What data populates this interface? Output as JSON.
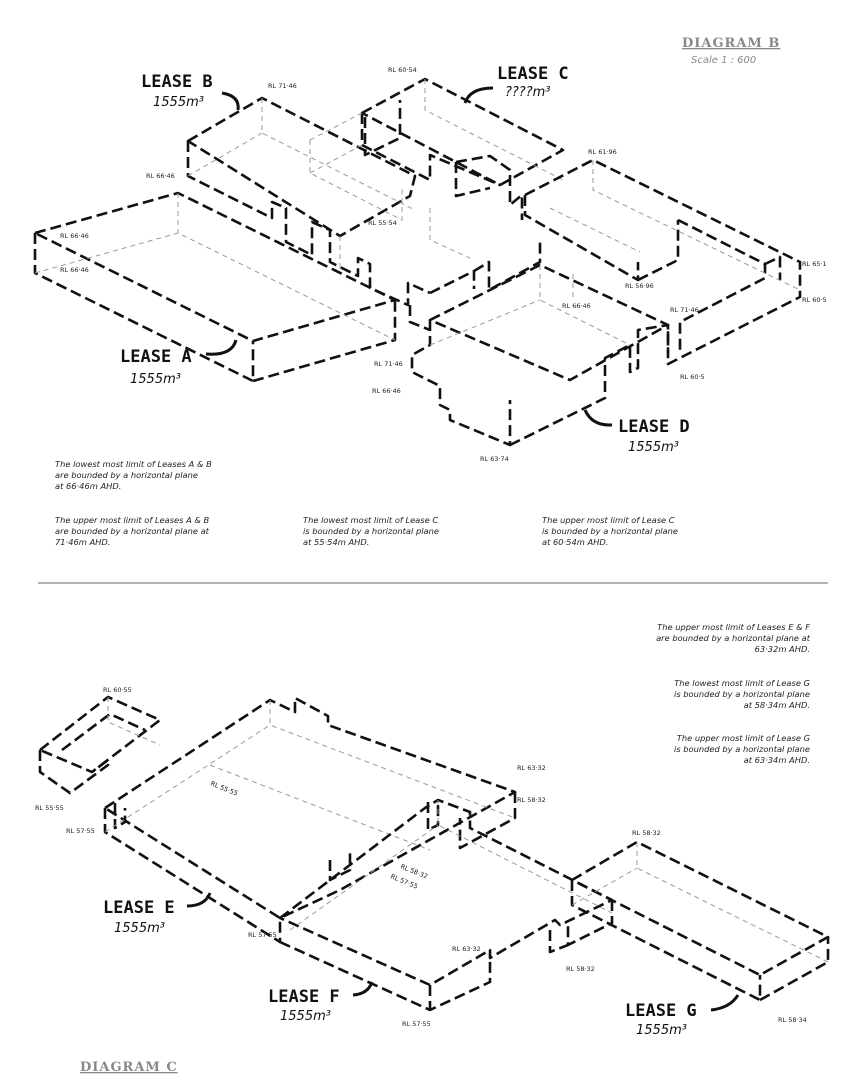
{
  "diagram_b": {
    "title": "DIAGRAM B",
    "scale": "Scale 1 : 600",
    "leases": [
      {
        "name": "LEASE A",
        "volume": "1555m³"
      },
      {
        "name": "LEASE B",
        "volume": "1555m³"
      },
      {
        "name": "LEASE C",
        "volume": "????m³"
      },
      {
        "name": "LEASE D",
        "volume": "1555m³"
      }
    ],
    "levels": [
      "RL 71·46",
      "RL 60·54",
      "RL 61·96",
      "RL 66·46",
      "RL 55·54",
      "RL 66·46",
      "RL 66·46",
      "RL 56·96",
      "RL 66·46",
      "RL 71·46",
      "RL 65·1",
      "RL 60·5",
      "RL 71·46",
      "RL 66·46",
      "RL 60·5",
      "RL 63·74"
    ],
    "notes": [
      [
        "The lowest most limit of Leases A & B",
        "are  bounded by a horizontal plane",
        "at 66·46m AHD."
      ],
      [
        "The upper most limit of Leases A & B",
        "are bounded by a horizontal plane at",
        "71·46m AHD."
      ],
      [
        "The lowest most limit of Lease C",
        "is bounded by a horizontal plane",
        "at 55·54m AHD."
      ],
      [
        "The upper most limit of Lease C",
        "is bounded by a horizontal plane",
        "at 60·54m AHD."
      ]
    ]
  },
  "diagram_c": {
    "title": "DIAGRAM C",
    "leases": [
      {
        "name": "LEASE E",
        "volume": "1555m³"
      },
      {
        "name": "LEASE F",
        "volume": "1555m³"
      },
      {
        "name": "LEASE G",
        "volume": "1555m³"
      }
    ],
    "levels": [
      "RL 60·55",
      "RL 55·55",
      "RL 55·55",
      "RL 57·55",
      "RL 63·32",
      "RL 58·32",
      "RL 58·32",
      "RL 57·55",
      "RL 58·32",
      "RL 57·55",
      "RL 63·32",
      "RL 58·32",
      "RL 57·55",
      "RL 58·34"
    ],
    "notes": [
      [
        "The upper most limit of Leases E & F",
        "are bounded by a horizontal plane at",
        "63·32m AHD."
      ],
      [
        "The lowest most limit of Lease G",
        "is bounded by a horizontal plane",
        "at 58·34m AHD."
      ],
      [
        "The upper most limit of Lease G",
        "is bounded by a horizontal plane",
        "at 63·34m AHD."
      ]
    ]
  }
}
